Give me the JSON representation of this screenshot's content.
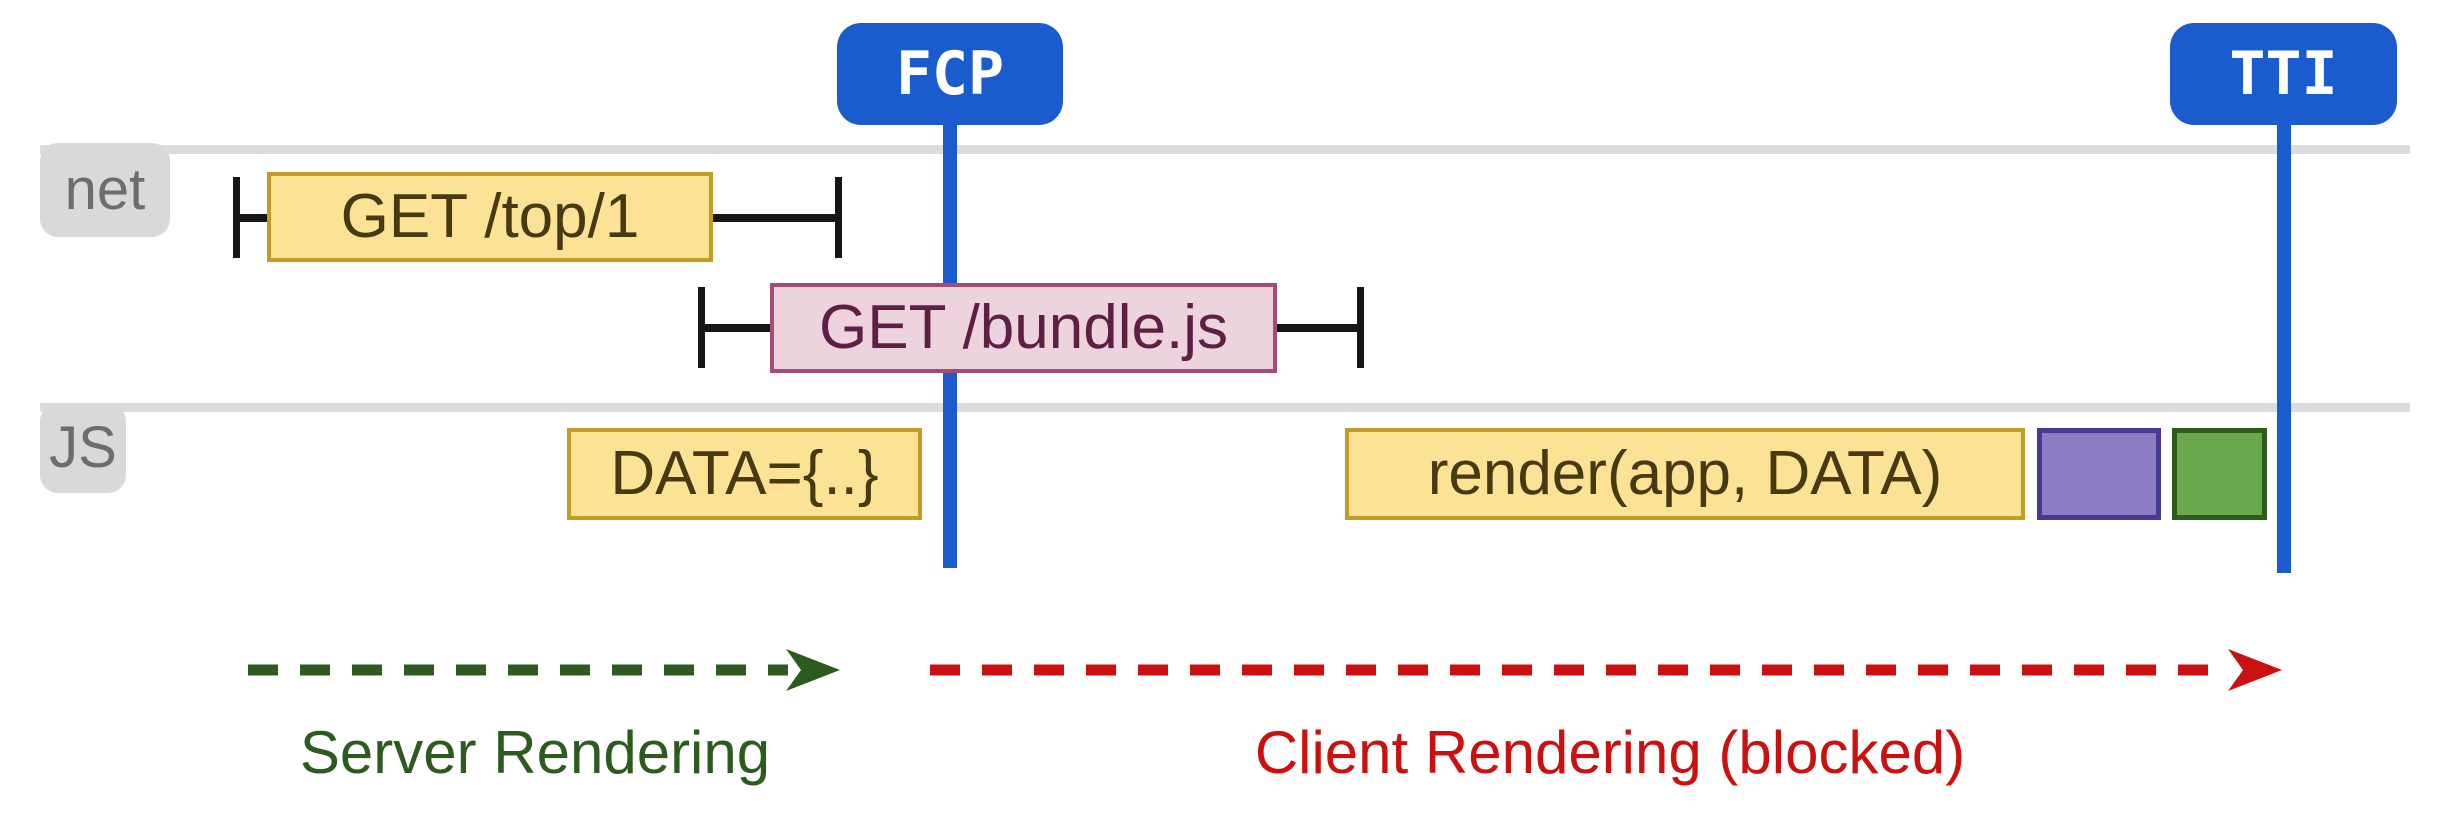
{
  "diagram": {
    "markers": {
      "fcp": "FCP",
      "tti": "TTI"
    },
    "lanes": {
      "net": "net",
      "js": "JS"
    },
    "network_requests": {
      "top": "GET /top/1",
      "bundle": "GET /bundle.js"
    },
    "js_tasks": {
      "data": "DATA={..}",
      "render": "render(app, DATA)"
    },
    "phases": {
      "server": "Server Rendering",
      "client": "Client Rendering (blocked)"
    },
    "colors": {
      "marker_blue": "#1a5cce",
      "track_gray": "#dcdcdc",
      "lane_label_bg": "#d9d9d9",
      "lane_label_text": "#6d6d6d",
      "task_yellow_fill": "#fce295",
      "task_yellow_border": "#c49b25",
      "task_yellow_text": "#473a12",
      "request_pink_fill": "#ecd3de",
      "request_pink_border": "#a14d78",
      "request_pink_text": "#5e1f44",
      "purple_task_fill": "#8d7cc3",
      "purple_task_border": "#473a94",
      "green_task_fill": "#69a84f",
      "green_task_border": "#2f5c1b",
      "server_phase_green": "#2d5a1e",
      "client_phase_red": "#cb1010",
      "whisker_black": "#161616"
    }
  }
}
